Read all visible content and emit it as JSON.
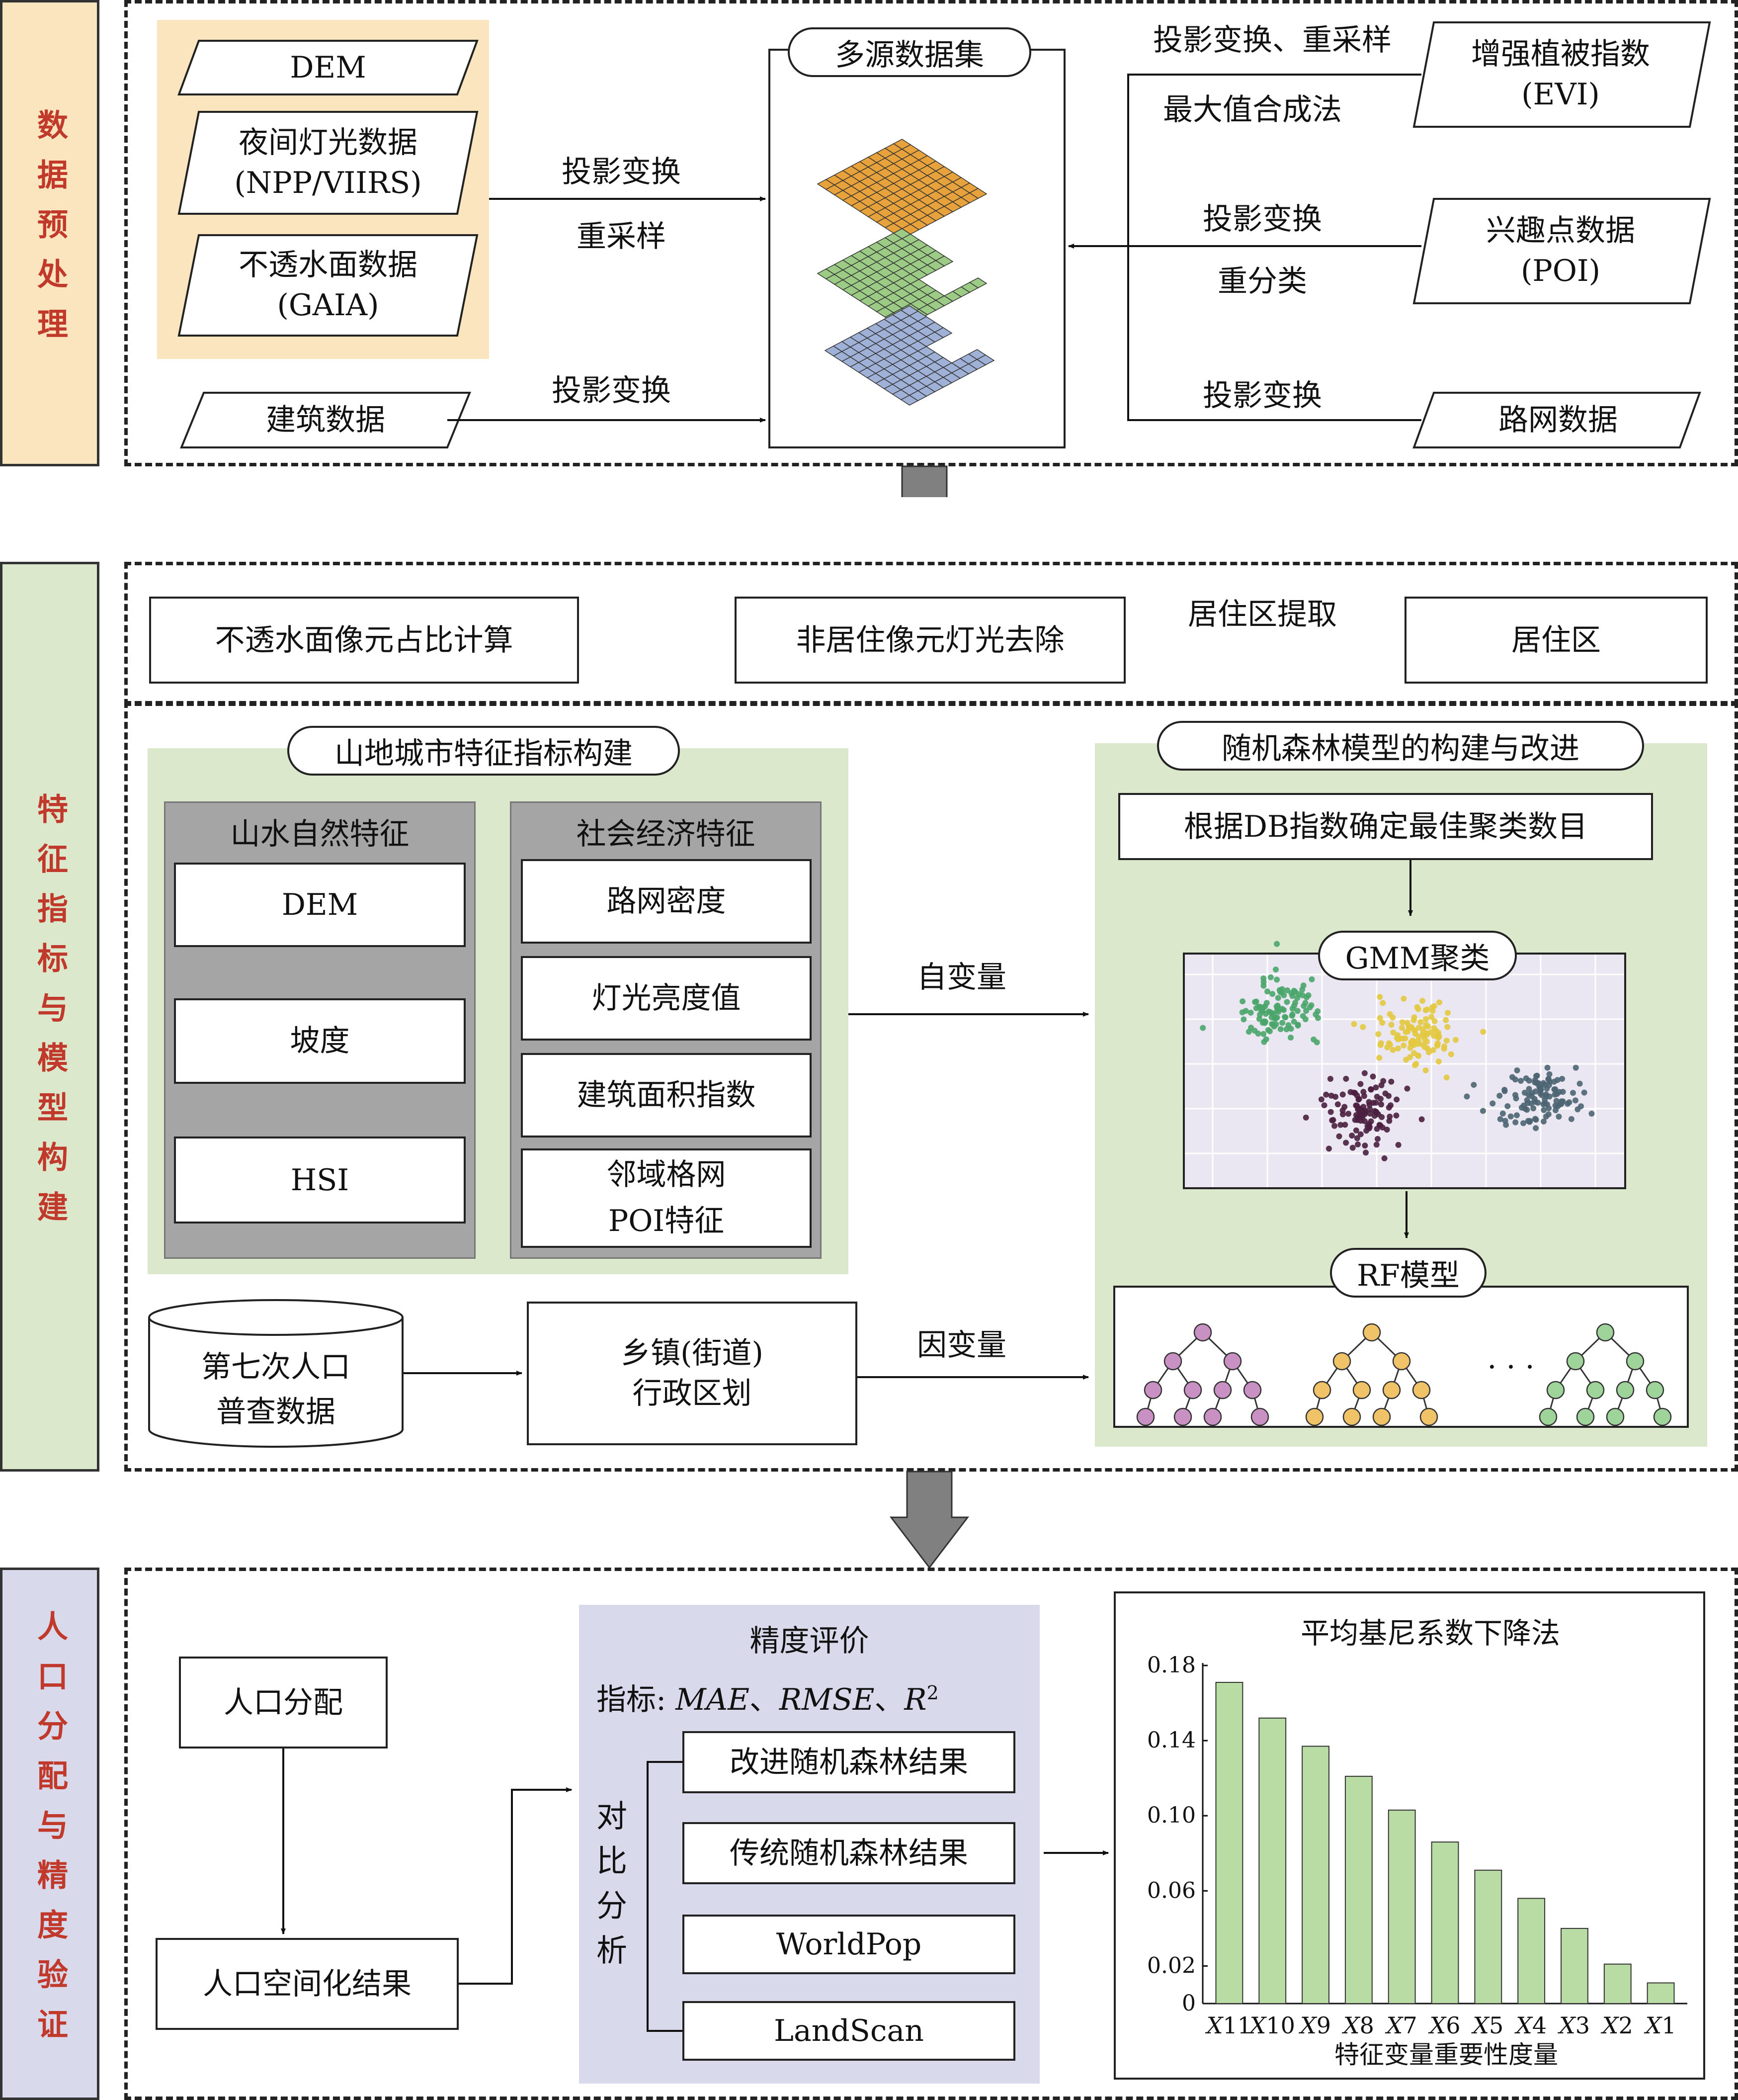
{
  "stages": [
    {
      "label": "数据预处理",
      "bg": "#fbe5bf"
    },
    {
      "label": "特征指标与模型构建",
      "bg": "#dbe8cc"
    },
    {
      "label": "人口分配与精度验证",
      "bg": "#d9d9ec"
    }
  ],
  "stage1": {
    "inputs_left": [
      "DEM",
      "夜间灯光数据\n(NPP/VIIRS)",
      "不透水面数据\n(GAIA)"
    ],
    "building": "建筑数据",
    "proj_resample_a": "投影变换",
    "proj_resample_b": "重采样",
    "proj_only": "投影变换",
    "dataset": "多源数据集",
    "evi": "增强植被指数\n(EVI)",
    "evi_op_a": "投影变换、重采样",
    "evi_op_b": "最大值合成法",
    "poi": "兴趣点数据\n(POI)",
    "poi_op_a": "投影变换",
    "poi_op_b": "重分类",
    "road": "路网数据",
    "road_op": "投影变换"
  },
  "stage2": {
    "flow": [
      "不透水面像元占比计算",
      "非居住像元灯光去除",
      "居住区"
    ],
    "flow_label": "居住区提取",
    "feature_title": "山地城市特征指标构建",
    "nature_title": "山水自然特征",
    "nature_items": [
      "DEM",
      "坡度",
      "HSI"
    ],
    "social_title": "社会经济特征",
    "social_items": [
      "路网密度",
      "灯光亮度值",
      "建筑面积指数",
      "邻域格网\nPOI特征"
    ],
    "independent": "自变量",
    "model_title": "随机森林模型的构建与改进",
    "db_box": "根据DB指数确定最佳聚类数目",
    "gmm": "GMM聚类",
    "rf": "RF模型",
    "ellipsis": "· · ·",
    "census": "第七次人口\n普查数据",
    "admin": "乡镇(街道)\n行政区划",
    "dependent": "因变量"
  },
  "stage3": {
    "alloc": "人口分配",
    "result": "人口空间化结果",
    "eval_title": "精度评价",
    "metric_prefix": "指标: ",
    "metric_mae": "MAE",
    "metric_sep1": "、",
    "metric_rmse": "RMSE",
    "metric_sep2": "、",
    "metric_r2": "R",
    "metric_r2_sup": "2",
    "compare": "对比分析",
    "methods": [
      "改进随机森林结果",
      "传统随机森林结果",
      "WorldPop",
      "LandScan"
    ]
  },
  "chart_data": {
    "type": "bar",
    "title": "平均基尼系数下降法",
    "xlabel": "特征变量重要性度量",
    "ylabel": "",
    "categories": [
      "X11",
      "X10",
      "X9",
      "X8",
      "X7",
      "X6",
      "X5",
      "X4",
      "X3",
      "X2",
      "X1"
    ],
    "values": [
      0.171,
      0.152,
      0.137,
      0.121,
      0.103,
      0.086,
      0.071,
      0.056,
      0.04,
      0.021,
      0.011
    ],
    "yticks": [
      "0",
      "0.02",
      "0.06",
      "0.10",
      "0.14",
      "0.18"
    ],
    "ylim": [
      0,
      0.18
    ],
    "bar_color": "#b9dca4",
    "grid": false
  },
  "colors": {
    "orange": "#e8a23c",
    "green": "#9ccb85",
    "blue": "#9fb1d6",
    "cluster_green": "#4aa56a",
    "cluster_yellow": "#e3c940",
    "cluster_purple": "#4a1f3f",
    "cluster_slate": "#4d6572",
    "tree_purple": "#c990c4",
    "tree_orange": "#f0c368",
    "tree_green": "#9ed39a"
  }
}
